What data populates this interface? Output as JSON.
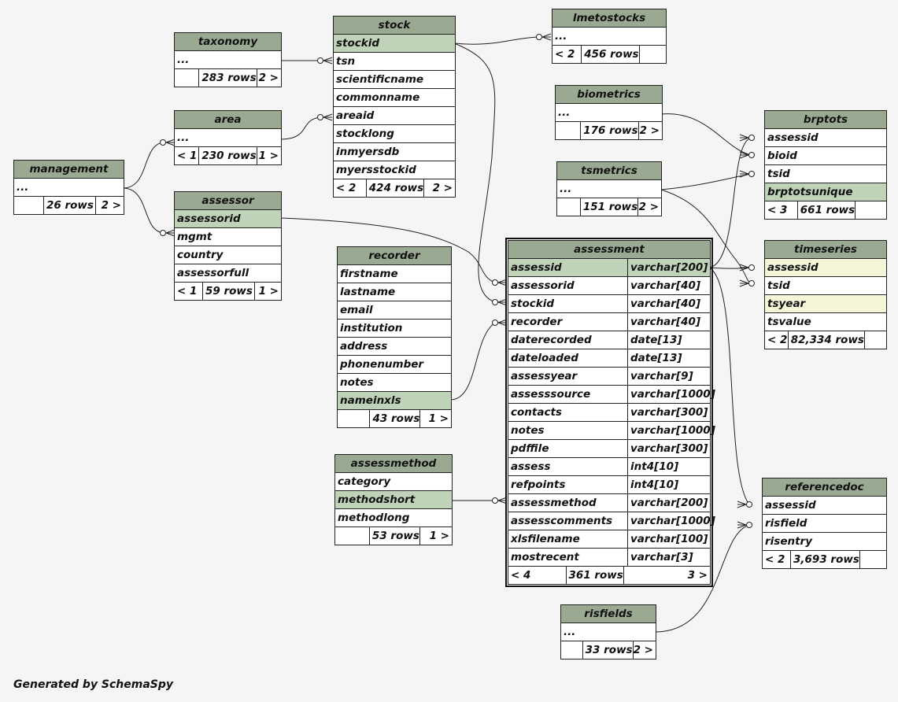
{
  "tables": [
    {
      "id": "stock",
      "title": "stock",
      "rows": [
        {
          "name": "stockid",
          "key": "pk"
        },
        {
          "name": "tsn"
        },
        {
          "name": "scientificname"
        },
        {
          "name": "commonname"
        },
        {
          "name": "areaid"
        },
        {
          "name": "stocklong"
        },
        {
          "name": "inmyersdb"
        },
        {
          "name": "myersstockid"
        }
      ],
      "footer": {
        "parents": "< 2",
        "rows": "424 rows",
        "children": "2 >"
      }
    },
    {
      "id": "lmetostocks",
      "title": "lmetostocks",
      "rows": [
        {
          "name": "..."
        }
      ],
      "footer": {
        "parents": "< 2",
        "rows": "456 rows",
        "children": ""
      }
    },
    {
      "id": "taxonomy",
      "title": "taxonomy",
      "rows": [
        {
          "name": "..."
        }
      ],
      "footer": {
        "parents": "",
        "rows": "283 rows",
        "children": "2 >"
      }
    },
    {
      "id": "area",
      "title": "area",
      "rows": [
        {
          "name": "..."
        }
      ],
      "footer": {
        "parents": "< 1",
        "rows": "230 rows",
        "children": "1 >"
      }
    },
    {
      "id": "management",
      "title": "management",
      "rows": [
        {
          "name": "..."
        }
      ],
      "footer": {
        "parents": "",
        "rows": "26 rows",
        "children": "2 >"
      }
    },
    {
      "id": "assessor",
      "title": "assessor",
      "rows": [
        {
          "name": "assessorid",
          "key": "pk"
        },
        {
          "name": "mgmt"
        },
        {
          "name": "country"
        },
        {
          "name": "assessorfull"
        }
      ],
      "footer": {
        "parents": "< 1",
        "rows": "59 rows",
        "children": "1 >"
      }
    },
    {
      "id": "biometrics",
      "title": "biometrics",
      "rows": [
        {
          "name": "..."
        }
      ],
      "footer": {
        "parents": "",
        "rows": "176 rows",
        "children": "2 >"
      }
    },
    {
      "id": "brptots",
      "title": "brptots",
      "rows": [
        {
          "name": "assessid"
        },
        {
          "name": "bioid"
        },
        {
          "name": "tsid"
        },
        {
          "name": "brptotsunique",
          "key": "pk"
        }
      ],
      "footer": {
        "parents": "< 3",
        "rows": "661 rows",
        "children": ""
      }
    },
    {
      "id": "tsmetrics",
      "title": "tsmetrics",
      "rows": [
        {
          "name": "..."
        }
      ],
      "footer": {
        "parents": "",
        "rows": "151 rows",
        "children": "2 >"
      }
    },
    {
      "id": "recorder",
      "title": "recorder",
      "rows": [
        {
          "name": "firstname"
        },
        {
          "name": "lastname"
        },
        {
          "name": "email"
        },
        {
          "name": "institution"
        },
        {
          "name": "address"
        },
        {
          "name": "phonenumber"
        },
        {
          "name": "notes"
        },
        {
          "name": "nameinxls",
          "key": "pk"
        }
      ],
      "footer": {
        "parents": "",
        "rows": "43 rows",
        "children": "1 >"
      }
    },
    {
      "id": "assessment",
      "title": "assessment",
      "main": true,
      "rows": [
        {
          "name": "assessid",
          "type": "varchar[200]",
          "key": "pk"
        },
        {
          "name": "assessorid",
          "type": "varchar[40]"
        },
        {
          "name": "stockid",
          "type": "varchar[40]"
        },
        {
          "name": "recorder",
          "type": "varchar[40]"
        },
        {
          "name": "daterecorded",
          "type": "date[13]"
        },
        {
          "name": "dateloaded",
          "type": "date[13]"
        },
        {
          "name": "assessyear",
          "type": "varchar[9]"
        },
        {
          "name": "assesssource",
          "type": "varchar[1000]"
        },
        {
          "name": "contacts",
          "type": "varchar[300]"
        },
        {
          "name": "notes",
          "type": "varchar[1000]"
        },
        {
          "name": "pdffile",
          "type": "varchar[300]"
        },
        {
          "name": "assess",
          "type": "int4[10]"
        },
        {
          "name": "refpoints",
          "type": "int4[10]"
        },
        {
          "name": "assessmethod",
          "type": "varchar[200]"
        },
        {
          "name": "assesscomments",
          "type": "varchar[1000]"
        },
        {
          "name": "xlsfilename",
          "type": "varchar[100]"
        },
        {
          "name": "mostrecent",
          "type": "varchar[3]"
        }
      ],
      "footer": {
        "parents": "< 4",
        "rows": "361 rows",
        "children": "3 >"
      }
    },
    {
      "id": "timeseries",
      "title": "timeseries",
      "rows": [
        {
          "name": "assessid",
          "key": "ix"
        },
        {
          "name": "tsid"
        },
        {
          "name": "tsyear",
          "key": "ix"
        },
        {
          "name": "tsvalue"
        }
      ],
      "footer": {
        "parents": "< 2",
        "rows": "82,334 rows",
        "children": ""
      }
    },
    {
      "id": "assessmethod",
      "title": "assessmethod",
      "rows": [
        {
          "name": "category"
        },
        {
          "name": "methodshort",
          "key": "pk"
        },
        {
          "name": "methodlong"
        }
      ],
      "footer": {
        "parents": "",
        "rows": "53 rows",
        "children": "1 >"
      }
    },
    {
      "id": "referencedoc",
      "title": "referencedoc",
      "rows": [
        {
          "name": "assessid"
        },
        {
          "name": "risfield"
        },
        {
          "name": "risentry"
        }
      ],
      "footer": {
        "parents": "< 2",
        "rows": "3,693 rows",
        "children": ""
      }
    },
    {
      "id": "risfields",
      "title": "risfields",
      "rows": [
        {
          "name": "..."
        }
      ],
      "footer": {
        "parents": "",
        "rows": "33 rows",
        "children": "2 >"
      }
    }
  ],
  "relationships": [
    {
      "from": "stock",
      "to": "lmetostocks"
    },
    {
      "from": "taxonomy",
      "to": "stock"
    },
    {
      "from": "area",
      "to": "stock"
    },
    {
      "from": "management",
      "to": "area"
    },
    {
      "from": "management",
      "to": "assessor"
    },
    {
      "from": "stock",
      "to": "assessment"
    },
    {
      "from": "assessor",
      "to": "assessment"
    },
    {
      "from": "recorder",
      "to": "assessment"
    },
    {
      "from": "assessmethod",
      "to": "assessment"
    },
    {
      "from": "assessment",
      "to": "brptots"
    },
    {
      "from": "biometrics",
      "to": "brptots"
    },
    {
      "from": "tsmetrics",
      "to": "brptots"
    },
    {
      "from": "assessment",
      "to": "timeseries"
    },
    {
      "from": "tsmetrics",
      "to": "timeseries"
    },
    {
      "from": "assessment",
      "to": "referencedoc"
    },
    {
      "from": "risfields",
      "to": "referencedoc"
    }
  ],
  "generated_by": "Generated by SchemaSpy"
}
